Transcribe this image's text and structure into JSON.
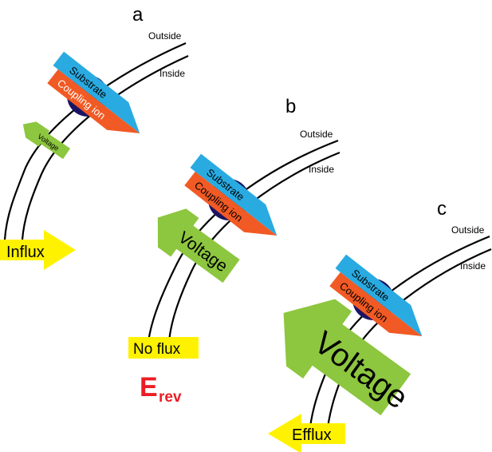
{
  "panels": [
    {
      "letter": "a",
      "outside": "Outside",
      "inside": "Inside",
      "substrate": "Substrate",
      "coupling": "Coupling ion",
      "voltage": "Voltage",
      "flux": "Influx"
    },
    {
      "letter": "b",
      "outside": "Outside",
      "inside": "Inside",
      "substrate": "Substrate",
      "coupling": "Coupling ion",
      "voltage": "Voltage",
      "flux": "No flux",
      "erev_main": "E",
      "erev_sub": "rev"
    },
    {
      "letter": "c",
      "outside": "Outside",
      "inside": "Inside",
      "substrate": "Substrate",
      "coupling": "Coupling ion",
      "voltage": "Voltage",
      "flux": "Efflux"
    }
  ],
  "colors": {
    "substrate": "#29abe2",
    "coupling": "#f15a24",
    "voltage": "#8dc63f",
    "flux": "#fff200",
    "transporter": "#1b1464",
    "erev": "#ed1c24",
    "membrane": "#000000"
  }
}
